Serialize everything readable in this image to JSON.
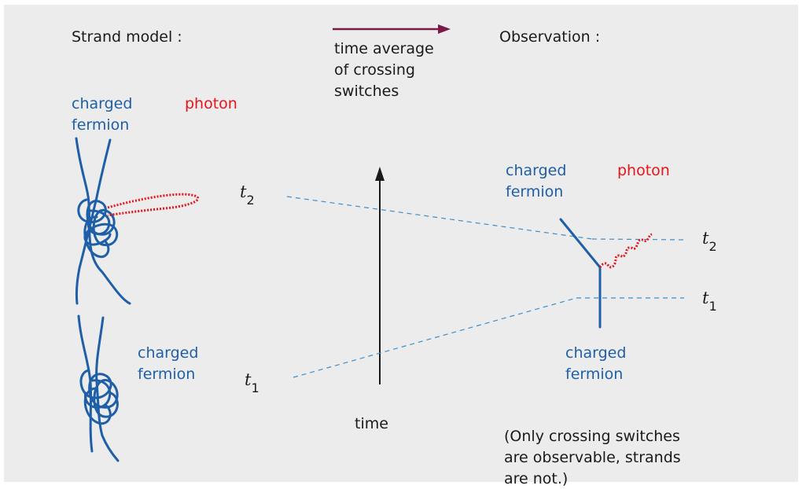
{
  "labels": {
    "strand_model": "Strand model :",
    "observation": "Observation :",
    "time_average_line1": "time average",
    "time_average_line2": "of crossing",
    "time_average_line3": "switches",
    "charged_fermion_top_l1": "charged",
    "charged_fermion_top_l2": "fermion",
    "photon_left": "photon",
    "charged_fermion_mid_l1": "charged",
    "charged_fermion_mid_l2": "fermion",
    "charged_fermion_obs_top_l1": "charged",
    "charged_fermion_obs_top_l2": "fermion",
    "photon_right": "photon",
    "charged_fermion_obs_bottom_l1": "charged",
    "charged_fermion_obs_bottom_l2": "fermion",
    "time": "time",
    "t_symbol": "t",
    "t2_sub": "2",
    "t1_sub": "1",
    "note_line1": "(Only crossing switches",
    "note_line2": "are observable, strands",
    "note_line3": "are not.)"
  },
  "colors": {
    "strand_blue": "#1f5fa8",
    "photon_red": "#e8131b",
    "arrow_purple": "#7a1a4a",
    "dash_blue": "#3a8fd0",
    "background": "#ececec"
  }
}
